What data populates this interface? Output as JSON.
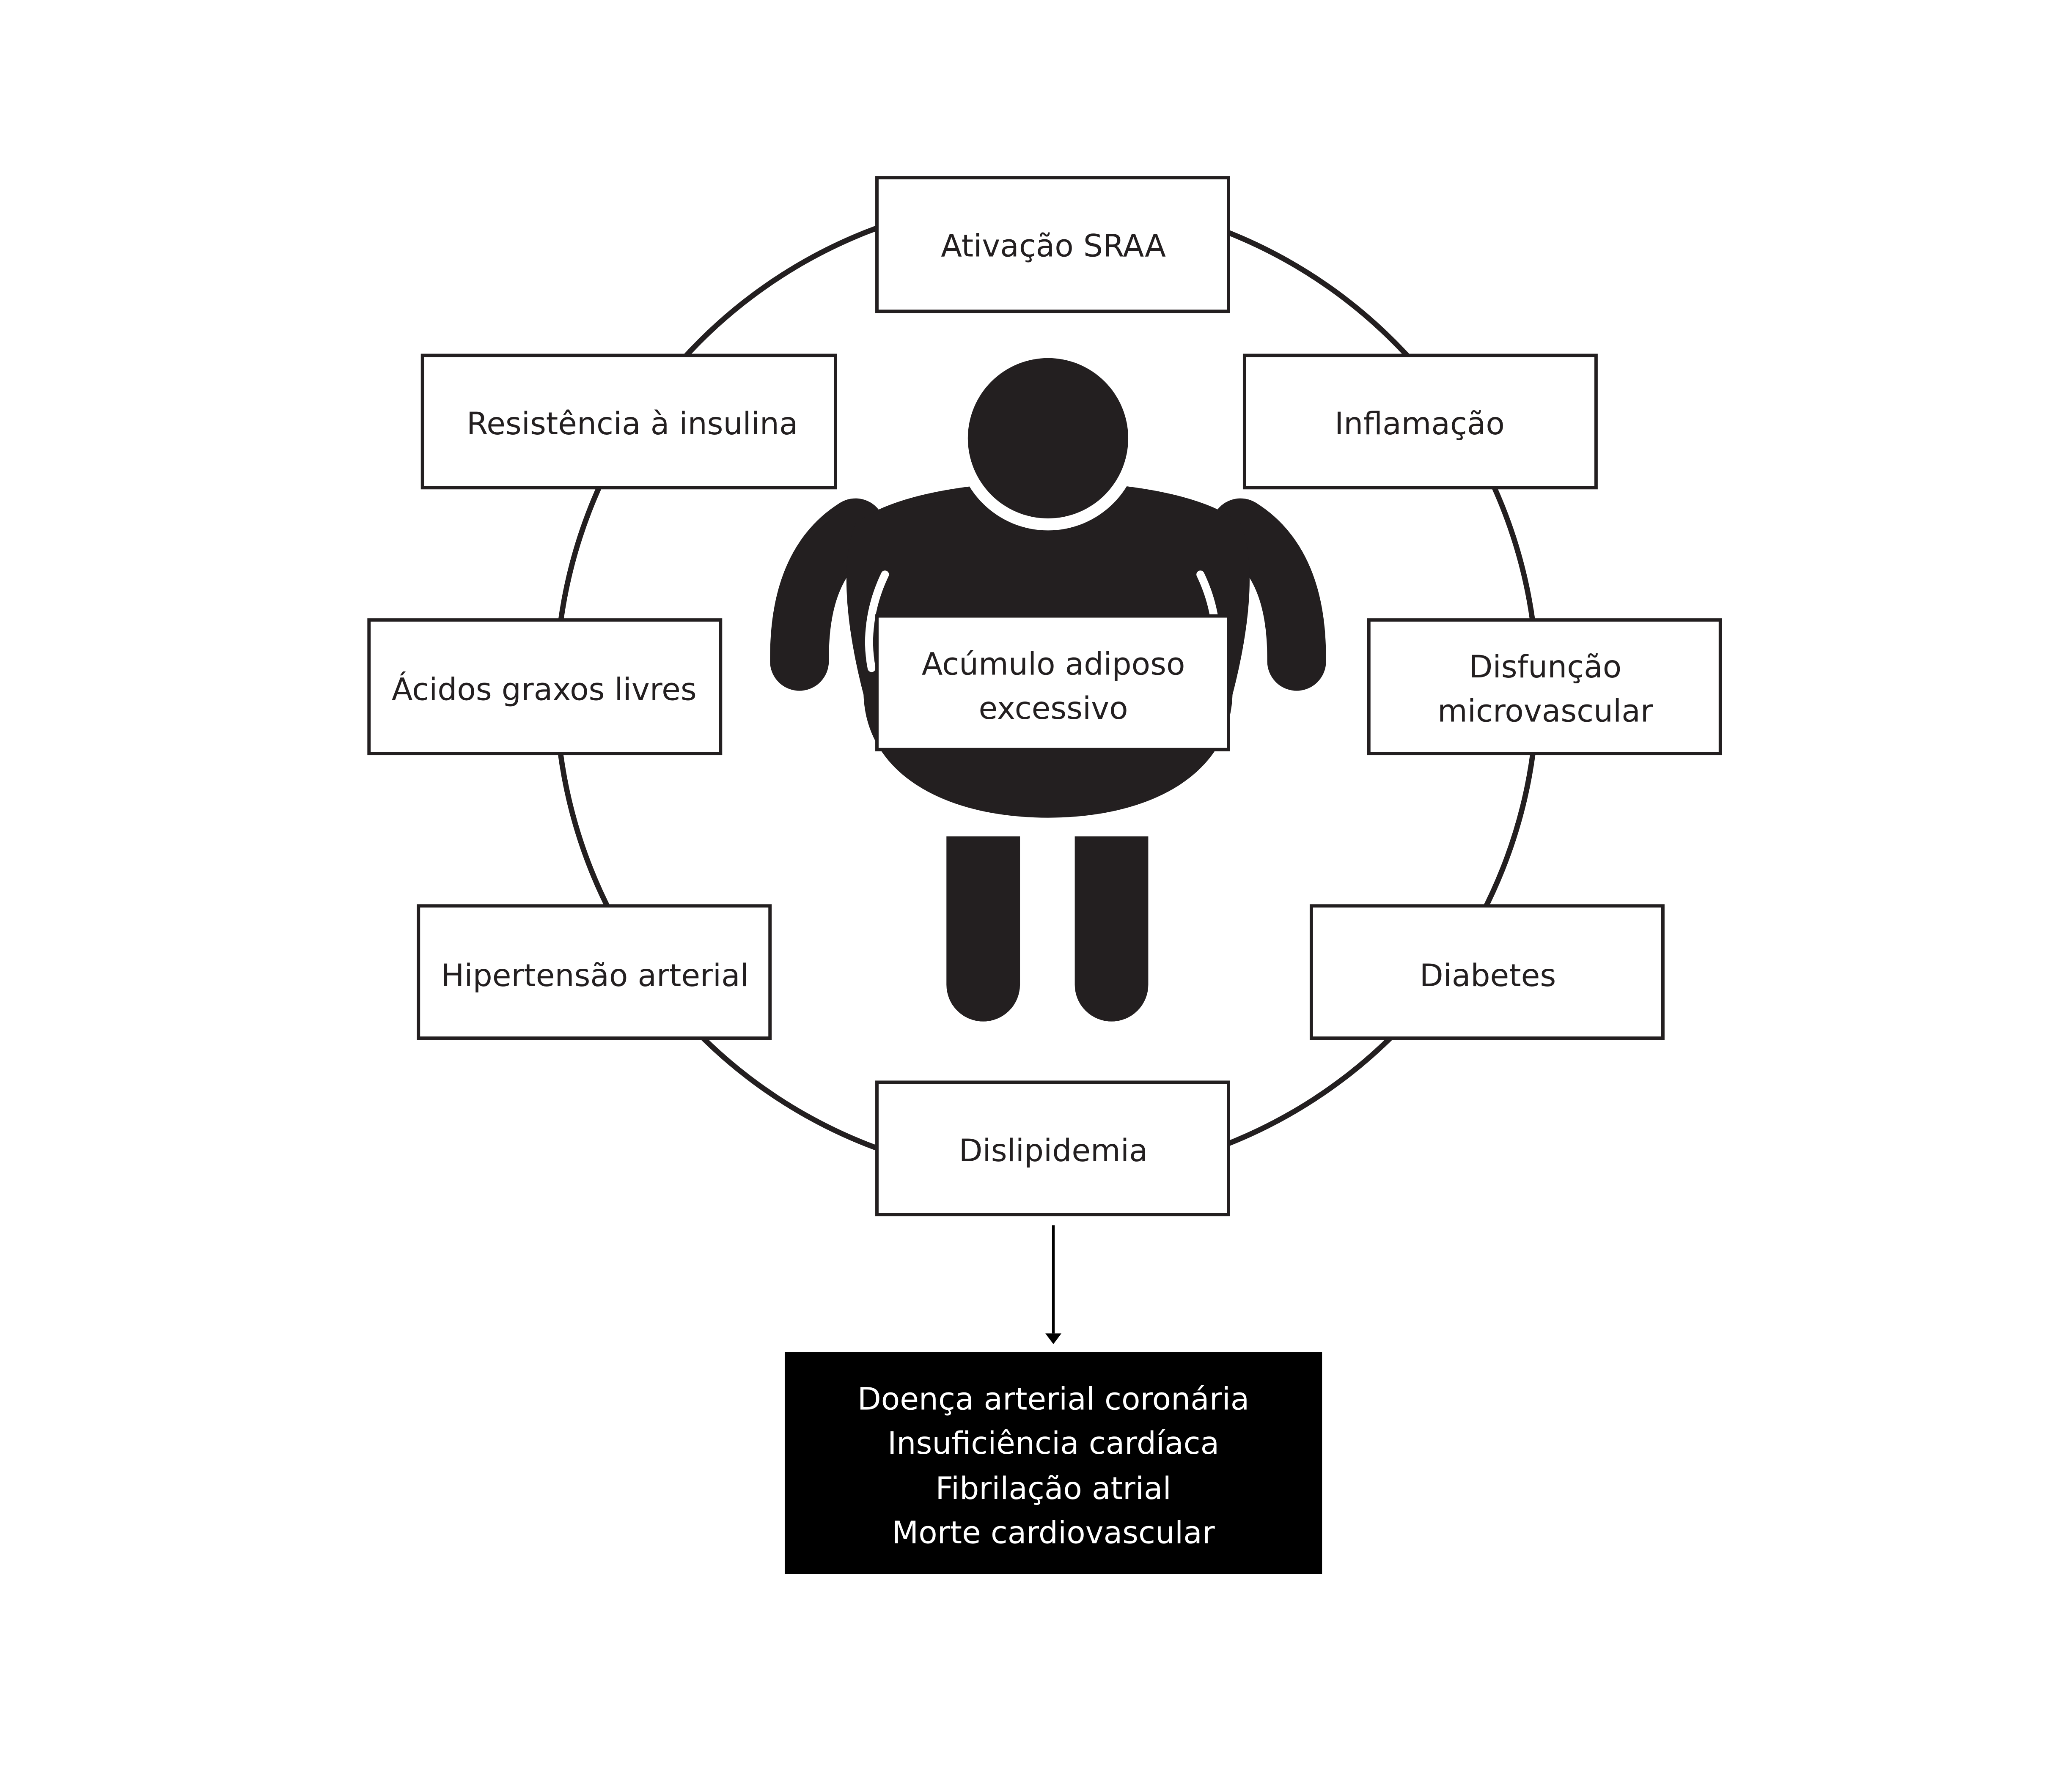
{
  "center": {
    "line1": "Acúmulo adiposo",
    "line2": "excessivo"
  },
  "factors": {
    "raas": "Ativação SRAA",
    "inflammation": "Inflamação",
    "microvascular_1": "Disfunção",
    "microvascular_2": "microvascular",
    "diabetes": "Diabetes",
    "dyslipidemia": "Dislipidemia",
    "hypertension": "Hipertensão arterial",
    "free_fatty_acids": "Ácidos graxos livres",
    "insulin_resistance": "Resistência à insulina"
  },
  "outcomes": [
    "Doença arterial coronária",
    "Insuficiência cardíaca",
    "Fibrilação atrial",
    "Morte cardiovascular"
  ],
  "colors": {
    "ink": "#231f20",
    "outcome_bg": "#000000",
    "background": "#ffffff"
  }
}
